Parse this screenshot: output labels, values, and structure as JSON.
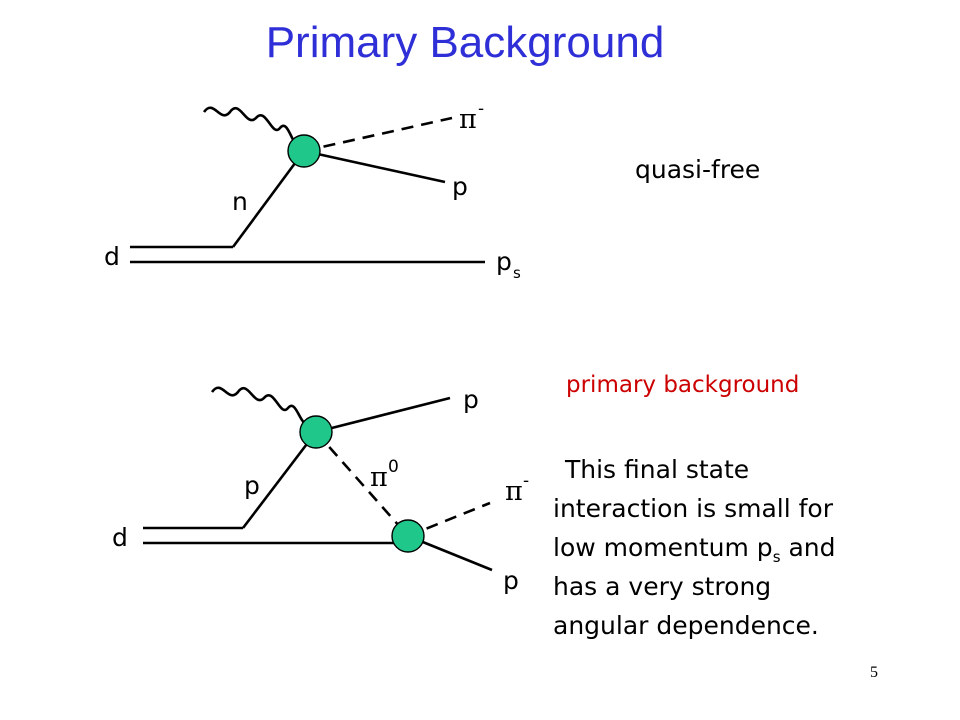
{
  "slide": {
    "title": "Primary Background",
    "page_number": "5"
  },
  "diagram_top": {
    "label_d": "d",
    "label_n": "n",
    "label_p": "p",
    "label_ps_base": "p",
    "label_ps_sub": "s",
    "label_pi_base": "π",
    "label_pi_sup": "-",
    "annotation": "quasi-free"
  },
  "diagram_bottom": {
    "label_d": "d",
    "label_p_in": "p",
    "label_p_top": "p",
    "label_p_bottom": "p",
    "label_pi0_base": "π",
    "label_pi0_sup": "0",
    "label_pim_base": "π",
    "label_pim_sup": "-",
    "annotation": "primary background"
  },
  "explanation": {
    "line1": "This final state",
    "line2": "interaction is small for",
    "line3_before": "low momentum p",
    "line3_sub": "s",
    "line3_after": " and",
    "line4": "has a very strong",
    "line5": "angular dependence."
  },
  "colors": {
    "title": "#2f2fd8",
    "vertex_fill": "#20c78a",
    "annotation_red": "#cc0000"
  }
}
